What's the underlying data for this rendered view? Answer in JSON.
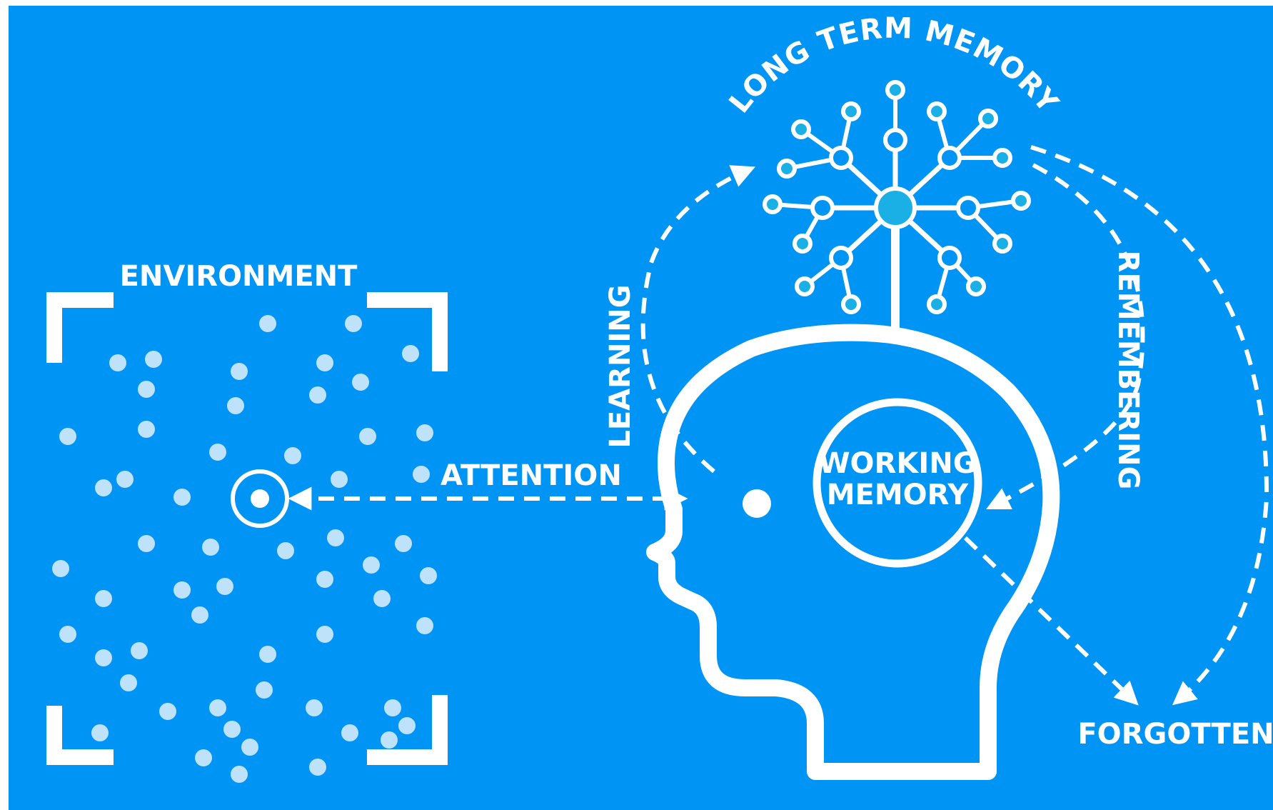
{
  "labels": {
    "environment": "ENVIRONMENT",
    "attention": "ATTENTION",
    "working_memory_line1": "WORKING",
    "working_memory_line2": "MEMORY",
    "long_term_memory": "LONG TERM MEMORY",
    "learning": "LEARNING",
    "remembering": "REMEMBERING",
    "forgotten": "FORGOTTEN"
  },
  "colors": {
    "background": "#0094f5",
    "foreground": "#ffffff",
    "dots": "#bfe2fb",
    "node_fill": "#1ab0e6"
  }
}
